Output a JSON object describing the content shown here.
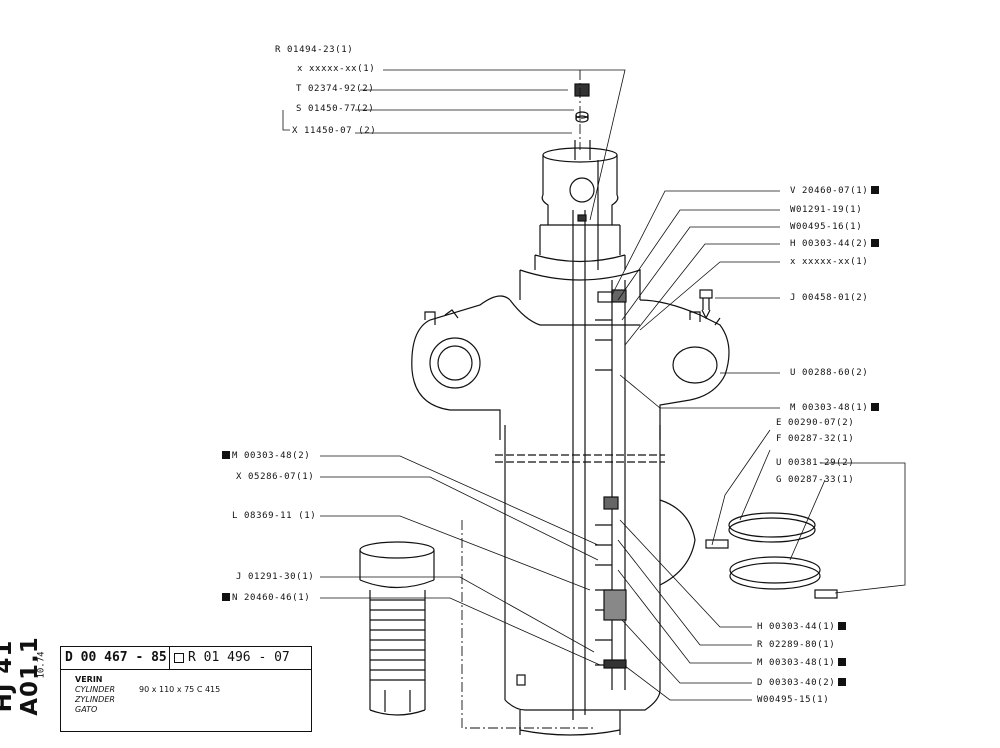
{
  "labels_left_top": [
    {
      "text": "R 01494-23(1)"
    },
    {
      "text": "x xxxxx-xx(1)"
    },
    {
      "text": "T 02374-92(2)"
    },
    {
      "text": "S 01450-77(2)"
    },
    {
      "text": "X 11450-07 (2)"
    }
  ],
  "labels_right": [
    {
      "text": "V 20460-07(1)"
    },
    {
      "text": "W01291-19(1)"
    },
    {
      "text": "W00495-16(1)"
    },
    {
      "text": "H 00303-44(2)"
    },
    {
      "text": "x xxxxx-xx(1)"
    },
    {
      "text": "J 00458-01(2)"
    },
    {
      "text": "U 00288-60(2)"
    },
    {
      "text": "M 00303-48(1)"
    },
    {
      "text": "E 00290-07(2)"
    },
    {
      "text": "F 00287-32(1)"
    },
    {
      "text": "U 00381-29(2)"
    },
    {
      "text": "G 00287-33(1)"
    },
    {
      "text": "H 00303-44(1)"
    },
    {
      "text": "R 02289-80(1)"
    },
    {
      "text": "M 00303-48(1)"
    },
    {
      "text": "D 00303-40(2)"
    },
    {
      "text": "W00495-15(1)"
    }
  ],
  "labels_left_bottom": [
    {
      "text": "M 00303-48(2)"
    },
    {
      "text": "X 05286-07(1)"
    },
    {
      "text": "L 08369-11 (1)"
    },
    {
      "text": "J 01291-30(1)"
    },
    {
      "text": "N 20460-46(1)"
    }
  ],
  "sheet": {
    "code": "HJ 41 A01.1",
    "date": "10.74",
    "doc_code": "D 00 467 - 85",
    "ref_code": "R 01 496 - 07",
    "titles": [
      "VERIN",
      "CYLINDER",
      "ZYLINDER",
      "GATO"
    ],
    "spec": "90 x 110 x 75  C 415"
  }
}
